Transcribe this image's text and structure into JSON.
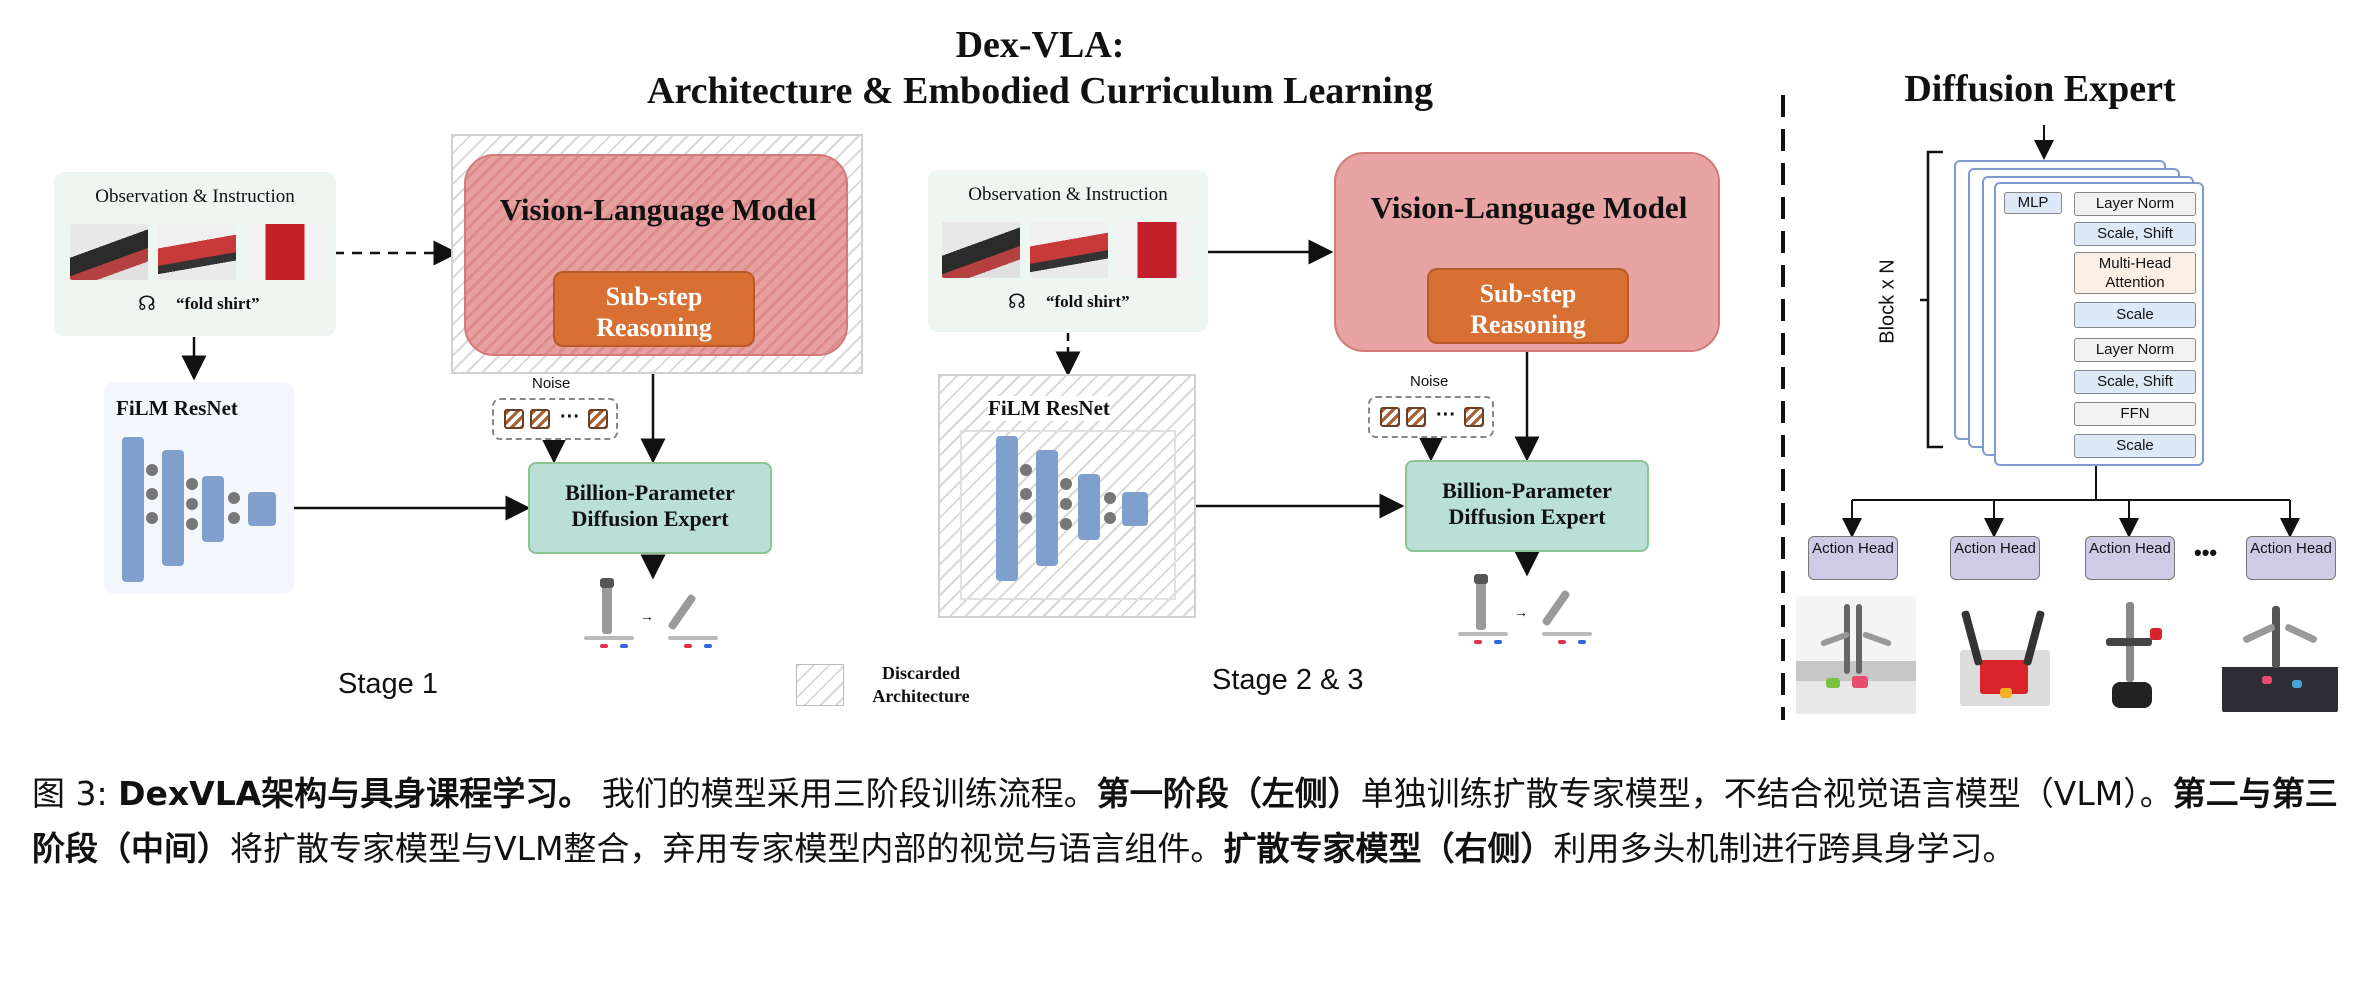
{
  "header": {
    "title_line1": "Dex-VLA:",
    "title_line2": "Architecture & Embodied Curriculum Learning",
    "right_title": "Diffusion Expert"
  },
  "stage1": {
    "obs_label": "Observation & Instruction",
    "instruction": "“fold shirt”",
    "film_label": "FiLM ResNet",
    "vlm_label": "Vision-Language Model",
    "substep_label": "Sub-step Reasoning",
    "noise_label": "Noise",
    "noise_dots": "···",
    "diffusion_label": "Billion-Parameter Diffusion Expert",
    "stage_label": "Stage 1"
  },
  "legend": {
    "label": "Discarded Architecture"
  },
  "stage23": {
    "obs_label": "Observation & Instruction",
    "instruction": "“fold shirt”",
    "film_label": "FiLM ResNet",
    "vlm_label": "Vision-Language Model",
    "substep_label": "Sub-step Reasoning",
    "noise_label": "Noise",
    "noise_dots": "···",
    "diffusion_label": "Billion-Parameter Diffusion Expert",
    "stage_label": "Stage 2 & 3"
  },
  "expert": {
    "block_label": "Block x N",
    "mlp": "MLP",
    "layers": [
      "Layer Norm",
      "Scale, Shift",
      "Multi-Head Attention",
      "Scale",
      "Layer Norm",
      "Scale, Shift",
      "FFN",
      "Scale"
    ],
    "heads": [
      "Action Head",
      "Action Head",
      "Action Head",
      "Action Head"
    ],
    "heads_dots": "•••"
  },
  "caption": {
    "prefix": "图 3: ",
    "bold1": "DexVLA架构与具身课程学习。",
    "text1": " 我们的模型采用三阶段训练流程。",
    "bold2": "第一阶段（左侧）",
    "text2": "单独训练扩散专家模型，不结合视觉语言模型（VLM）。",
    "bold3": "第二与第三阶段（中间）",
    "text3": "将扩散专家模型与VLM整合，弃用专家模型内部的视觉与语言组件。",
    "bold4": "扩散专家模型（右侧）",
    "text4": "利用多头机制进行跨具身学习。"
  },
  "colors": {
    "vlm": "#e8a3a3",
    "substep": "#d87034",
    "diffusion": "#b9dfd7",
    "film_bars": "#7f9fcc",
    "action_head": "#cfcbe6"
  }
}
